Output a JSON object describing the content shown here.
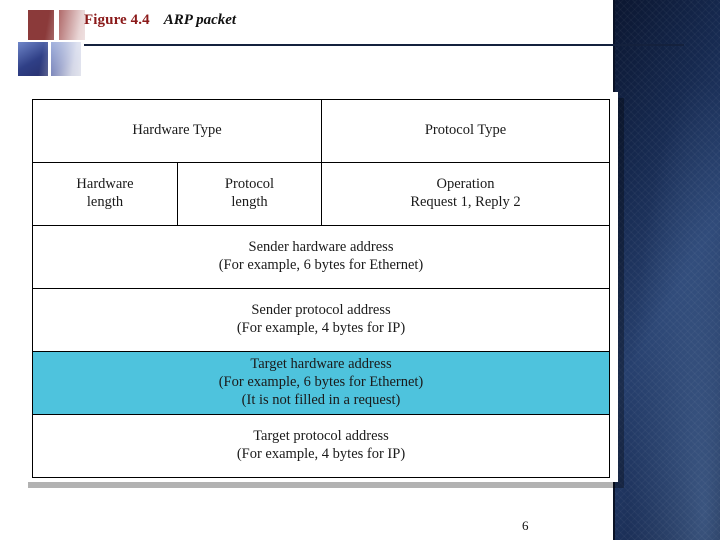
{
  "slide": {
    "figure_label": "Figure 4.4",
    "figure_title": "ARP packet",
    "page_number": "6",
    "accent_color": "#8b1a1a",
    "highlight_color": "#4ec3dd",
    "band_color": "#16294f"
  },
  "packet": {
    "rows": [
      {
        "name": "type-row",
        "cells": [
          {
            "name": "hardware-type",
            "width": "w-50",
            "lines": [
              "Hardware Type"
            ],
            "highlight": false
          },
          {
            "name": "protocol-type",
            "width": "w-50",
            "lines": [
              "Protocol Type"
            ],
            "highlight": false
          }
        ]
      },
      {
        "name": "length-operation-row",
        "cells": [
          {
            "name": "hardware-length",
            "width": "w-25",
            "lines": [
              "Hardware",
              "length"
            ],
            "highlight": false
          },
          {
            "name": "protocol-length",
            "width": "w-25",
            "lines": [
              "Protocol",
              "length"
            ],
            "highlight": false
          },
          {
            "name": "operation",
            "width": "w-50",
            "lines": [
              "Operation",
              "Request 1, Reply 2"
            ],
            "highlight": false
          }
        ]
      },
      {
        "name": "sender-hardware-address-row",
        "cells": [
          {
            "name": "sender-hardware-address",
            "width": "w-full",
            "lines": [
              "Sender hardware address",
              "(For example, 6 bytes for Ethernet)"
            ],
            "highlight": false
          }
        ]
      },
      {
        "name": "sender-protocol-address-row",
        "cells": [
          {
            "name": "sender-protocol-address",
            "width": "w-full",
            "lines": [
              "Sender protocol address",
              "(For example, 4 bytes for IP)"
            ],
            "highlight": false
          }
        ]
      },
      {
        "name": "target-hardware-address-row",
        "cells": [
          {
            "name": "target-hardware-address",
            "width": "w-full",
            "lines": [
              "Target hardware address",
              "(For example, 6 bytes for Ethernet)",
              "(It is not filled in a request)"
            ],
            "highlight": true
          }
        ]
      },
      {
        "name": "target-protocol-address-row",
        "cells": [
          {
            "name": "target-protocol-address",
            "width": "w-full",
            "lines": [
              "Target protocol address",
              "(For example, 4 bytes for IP)"
            ],
            "highlight": false
          }
        ]
      }
    ]
  }
}
